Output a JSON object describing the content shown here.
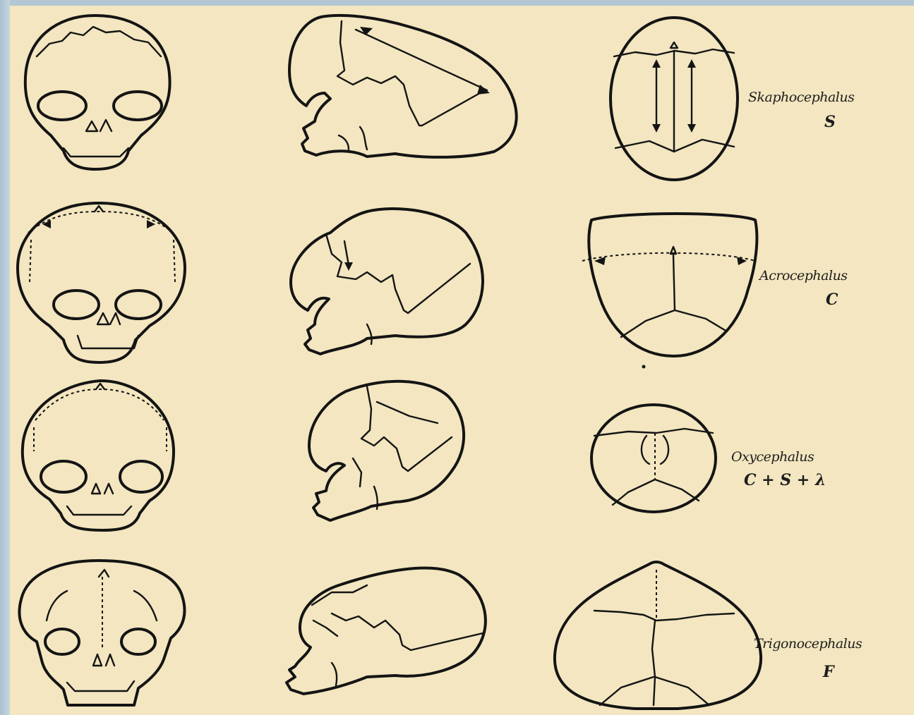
{
  "rows": [
    {
      "name": "Skaphocephalus",
      "code": "S"
    },
    {
      "name": "Acrocephalus",
      "code": "C"
    },
    {
      "name": "Oxycephalus",
      "code": "C + S + λ"
    },
    {
      "name": "Trigonocephalus",
      "code": "F"
    }
  ],
  "colors": {
    "paper": "#f3e6c0",
    "ink": "#141414",
    "frame": "#b7cad6"
  }
}
